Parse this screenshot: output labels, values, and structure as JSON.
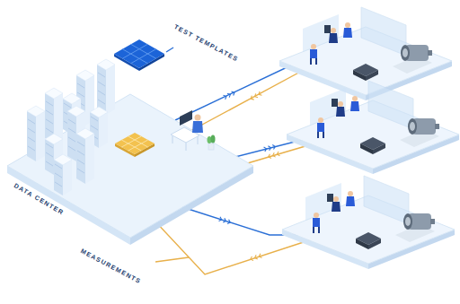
{
  "diagram": {
    "nodes": [
      {
        "text": [
          "DATA CENTER"
        ]
      }
    ],
    "labels": [
      "TEST TEMPLATES",
      "MEASUREMENTS"
    ]
  }
}
